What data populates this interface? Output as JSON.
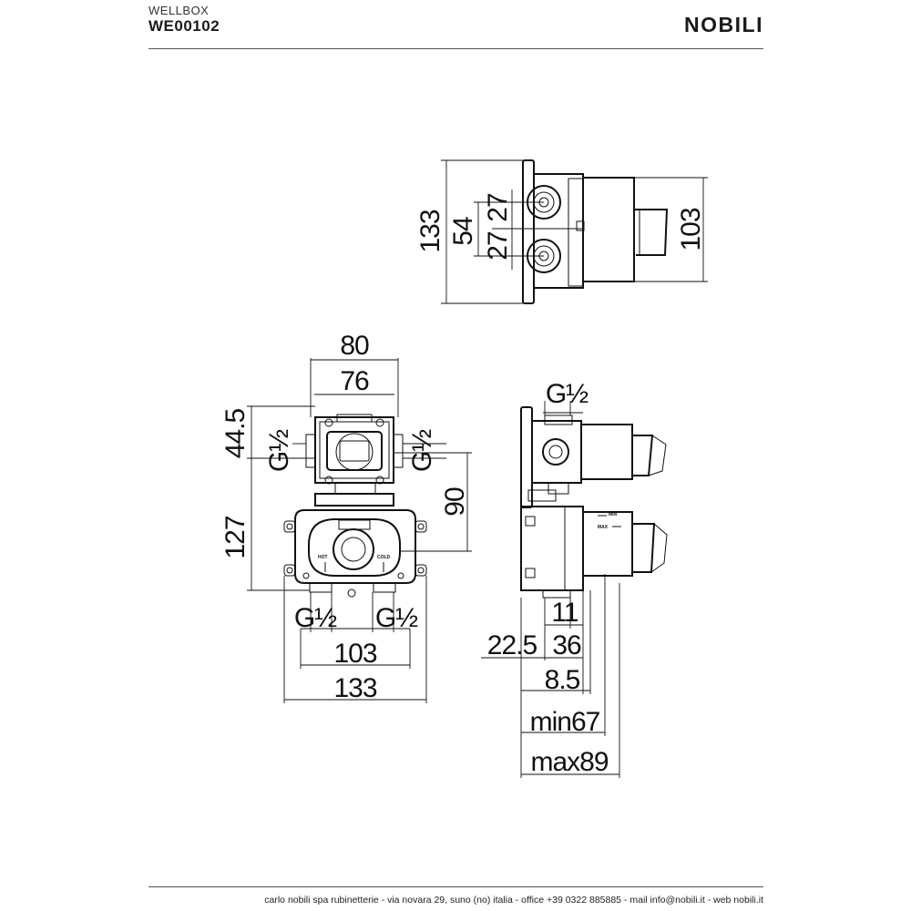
{
  "header": {
    "series": "WELLBOX",
    "code": "WE00102",
    "brand": "NOBILI"
  },
  "footer": {
    "text": "carlo nobili spa rubinetterie - via novara 29, suno (no) italia - office +39 0322 885885 - mail info@nobili.it - web nobili.it"
  },
  "dimensions": {
    "top_view": {
      "total_height": "133",
      "port_spacing": "54",
      "upper_half": "27",
      "lower_half": "27",
      "body_height": "103"
    },
    "front_view": {
      "outer_width": "80",
      "inner_width": "76",
      "top_section": "44.5",
      "total_height": "127",
      "outlet_offset": "90",
      "inlet_spacing": "103",
      "total_width": "133",
      "thread": "G½"
    },
    "side_view": {
      "thread": "G½",
      "port_depth": "11",
      "offset": "22.5",
      "body_depth": "36",
      "wall": "8.5",
      "min_depth": "min67",
      "max_depth": "max89"
    }
  },
  "labels": {
    "hot": "HOT",
    "cold": "COLD",
    "max": "MAX",
    "min": "MIN"
  }
}
